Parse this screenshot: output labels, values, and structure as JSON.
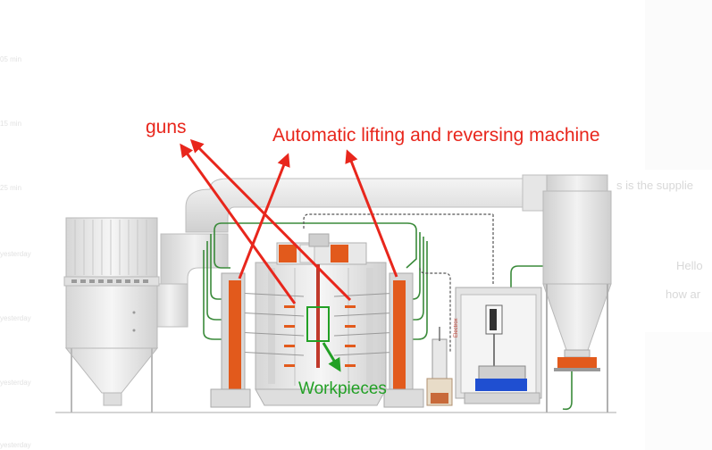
{
  "annotations": {
    "guns_label": "guns",
    "lifting_label": "Automatic lifting and reversing machine",
    "workpieces_label": "Workpieces"
  },
  "equipment": {
    "booth_brand": "Electrox"
  },
  "background_ui": {
    "left_items": [
      "05 min",
      "15 min",
      "25 min",
      "yesterday",
      "yesterday",
      "yesterday",
      "yesterday"
    ],
    "chat_line_1": "s is the supplie",
    "chat_line_2": "Hello",
    "chat_line_3": "how ar"
  },
  "colors": {
    "annotation_red": "#e8261c",
    "annotation_green": "#22a025",
    "hose_green": "#3a8a3a",
    "gun_orange": "#e25a1c",
    "machine_gray": "#dcdcdc",
    "booth_blue": "#1f4fd1"
  }
}
